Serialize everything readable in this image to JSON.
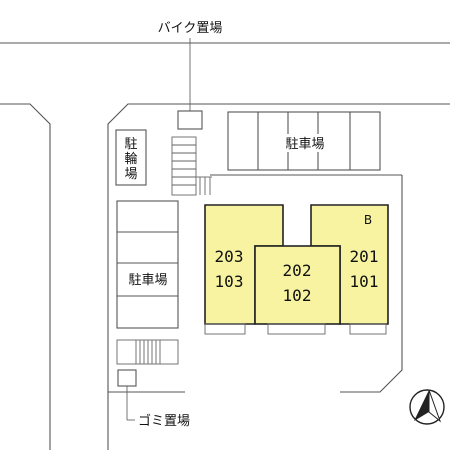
{
  "labels": {
    "bike_parking": "バイク置場",
    "parking_right": "駐車場",
    "parking_left": "駐車場",
    "bicycle_parking": [
      "駐",
      "輪",
      "場"
    ],
    "garbage": "ゴミ置場",
    "building_mark": "B"
  },
  "units": {
    "left": {
      "upper": "203",
      "lower": "103"
    },
    "center": {
      "upper": "202",
      "lower": "102"
    },
    "right": {
      "upper": "201",
      "lower": "101"
    }
  },
  "colors": {
    "unit_fill": "#f7f3a1",
    "line": "#555555"
  },
  "icons": {
    "compass": "north-arrow-icon"
  }
}
